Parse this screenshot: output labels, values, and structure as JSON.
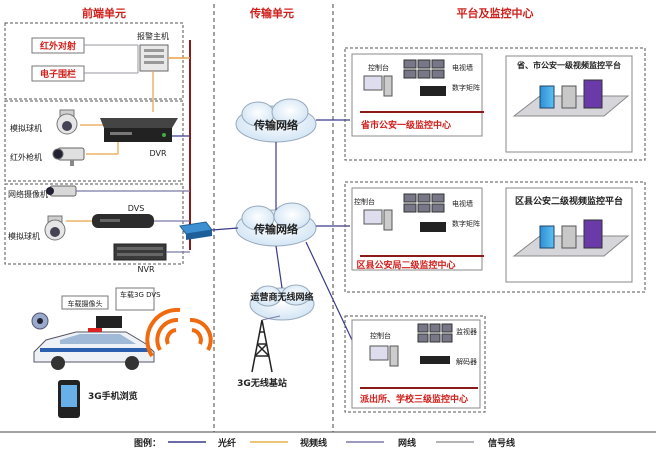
{
  "sections": {
    "front": "前端单元",
    "transport": "传输单元",
    "platform": "平台及监控中心"
  },
  "front": {
    "alarm_host": "报警主机",
    "infrared_beam": "红外对射",
    "electronic_fence": "电子围栏",
    "dome_camera_1": "模拟球机",
    "infrared_gun": "红外枪机",
    "dvr": "DVR",
    "network_camera": "网络摄像机",
    "dvs": "DVS",
    "dome_camera_2": "模拟球机",
    "nvr": "NVR",
    "vehicle_camera": "车载摄像头",
    "vehicle_3g_dvs": "车载3G DVS",
    "mobile_3g": "3G手机浏览"
  },
  "transport": {
    "net1": "传输网络",
    "net2": "传输网络",
    "carrier_wireless": "运营商无线网络",
    "base_station": "3G无线基站"
  },
  "centers": {
    "province": {
      "console": "控制台",
      "tv_wall": "电视墙",
      "matrix": "数字矩阵",
      "label": "省市公安一级监控中心",
      "platform": "省、市公安一级视频监控平台"
    },
    "district": {
      "console": "控制台",
      "tv_wall": "电视墙",
      "matrix": "数字矩阵",
      "label": "区县公安局二级监控中心",
      "platform": "区县公安二级视频监控平台"
    },
    "station": {
      "console": "控制台",
      "monitor": "监视器",
      "decoder": "解码器",
      "label": "派出所、学校三级监控中心"
    }
  },
  "legend": {
    "title": "图例：",
    "items": [
      {
        "name": "光纤",
        "color": "#3a3a8c"
      },
      {
        "name": "视频线",
        "color": "#e7b24a"
      },
      {
        "name": "网线",
        "color": "#7a7aa8"
      },
      {
        "name": "信号线",
        "color": "#9a9aa0"
      }
    ]
  },
  "colors": {
    "section_title": "#d0201c",
    "alarm_text": "#d0201c",
    "fiber": "#3a3a8c",
    "backbone": "#8b1a1a",
    "video": "#e7a24a",
    "wireless": "#f06a10"
  }
}
